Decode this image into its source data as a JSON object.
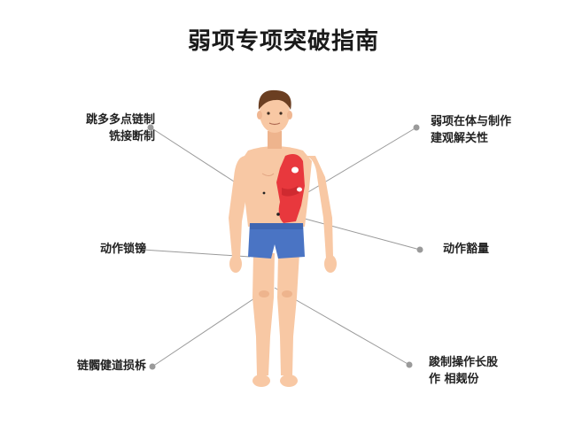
{
  "title": "弱项专项突破指南",
  "callouts": [
    {
      "id": "left-top",
      "lines": [
        "跳多多点链制",
        "铣接断制"
      ]
    },
    {
      "id": "left-middle",
      "lines": [
        "动作锁镑"
      ]
    },
    {
      "id": "left-bottom",
      "lines": [
        "链髑健道损柝"
      ]
    },
    {
      "id": "right-top",
      "lines": [
        "弱项在体与制作",
        "建观解关性"
      ]
    },
    {
      "id": "right-middle",
      "lines": [
        "动作豁量"
      ]
    },
    {
      "id": "right-bottom",
      "lines": [
        "踆制操作长股",
        "作 相觌份"
      ]
    }
  ],
  "colors": {
    "skin": "#f8c8a4",
    "skin_shadow": "#eeb48d",
    "shorts": "#4a74c4",
    "highlight": "#e8383d",
    "hair": "#6b3f22",
    "line": "#9a9a9a"
  }
}
